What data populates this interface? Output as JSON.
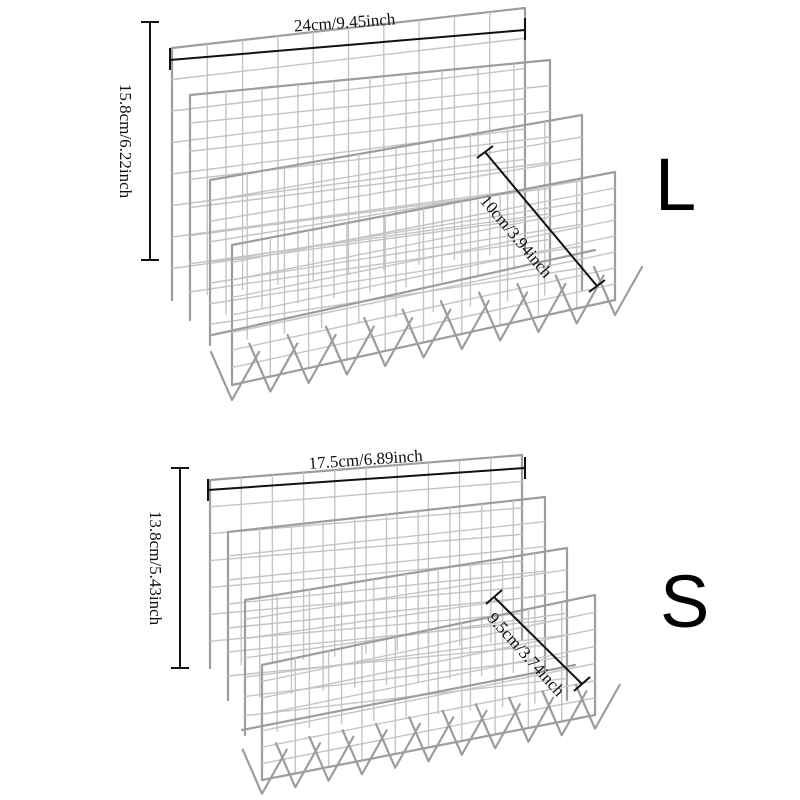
{
  "large": {
    "size_label": "L",
    "width_dim": "24cm/9.45inch",
    "height_dim": "15.8cm/6.22inch",
    "depth_dim": "10cm/3.94inch"
  },
  "small": {
    "size_label": "S",
    "width_dim": "17.5cm/6.89inch",
    "height_dim": "13.8cm/5.43inch",
    "depth_dim": "9.5cm/3.74inch"
  },
  "colors": {
    "wire": "#9d9d9d",
    "dimension": "#111111",
    "background": "#ffffff"
  }
}
